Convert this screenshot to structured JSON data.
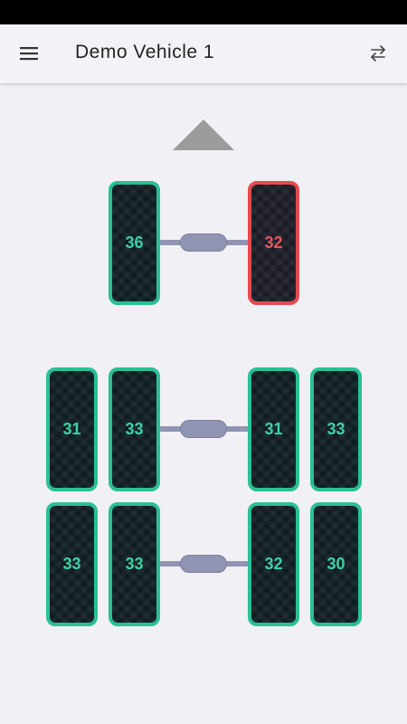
{
  "app_bar": {
    "title": "Demo Vehicle 1",
    "menu_icon": "menu-icon",
    "swap_icon": "swap-icon"
  },
  "direction_icon": "triangle-up-icon",
  "colors": {
    "ok": "#2bbf95",
    "alert": "#e44b4f",
    "axle": "#8f95b3",
    "tire_body": "#0f1d21"
  },
  "axles": [
    {
      "name": "front",
      "tires": [
        {
          "position": "left-outer",
          "pressure": "36",
          "status": "ok"
        },
        {
          "position": "right-outer",
          "pressure": "32",
          "status": "alert"
        }
      ]
    },
    {
      "name": "middle",
      "tires": [
        {
          "position": "left-outer",
          "pressure": "31",
          "status": "ok"
        },
        {
          "position": "left-inner",
          "pressure": "33",
          "status": "ok"
        },
        {
          "position": "right-inner",
          "pressure": "31",
          "status": "ok"
        },
        {
          "position": "right-outer",
          "pressure": "33",
          "status": "ok"
        }
      ]
    },
    {
      "name": "rear",
      "tires": [
        {
          "position": "left-outer",
          "pressure": "33",
          "status": "ok"
        },
        {
          "position": "left-inner",
          "pressure": "33",
          "status": "ok"
        },
        {
          "position": "right-inner",
          "pressure": "32",
          "status": "ok"
        },
        {
          "position": "right-outer",
          "pressure": "30",
          "status": "ok"
        }
      ]
    }
  ]
}
